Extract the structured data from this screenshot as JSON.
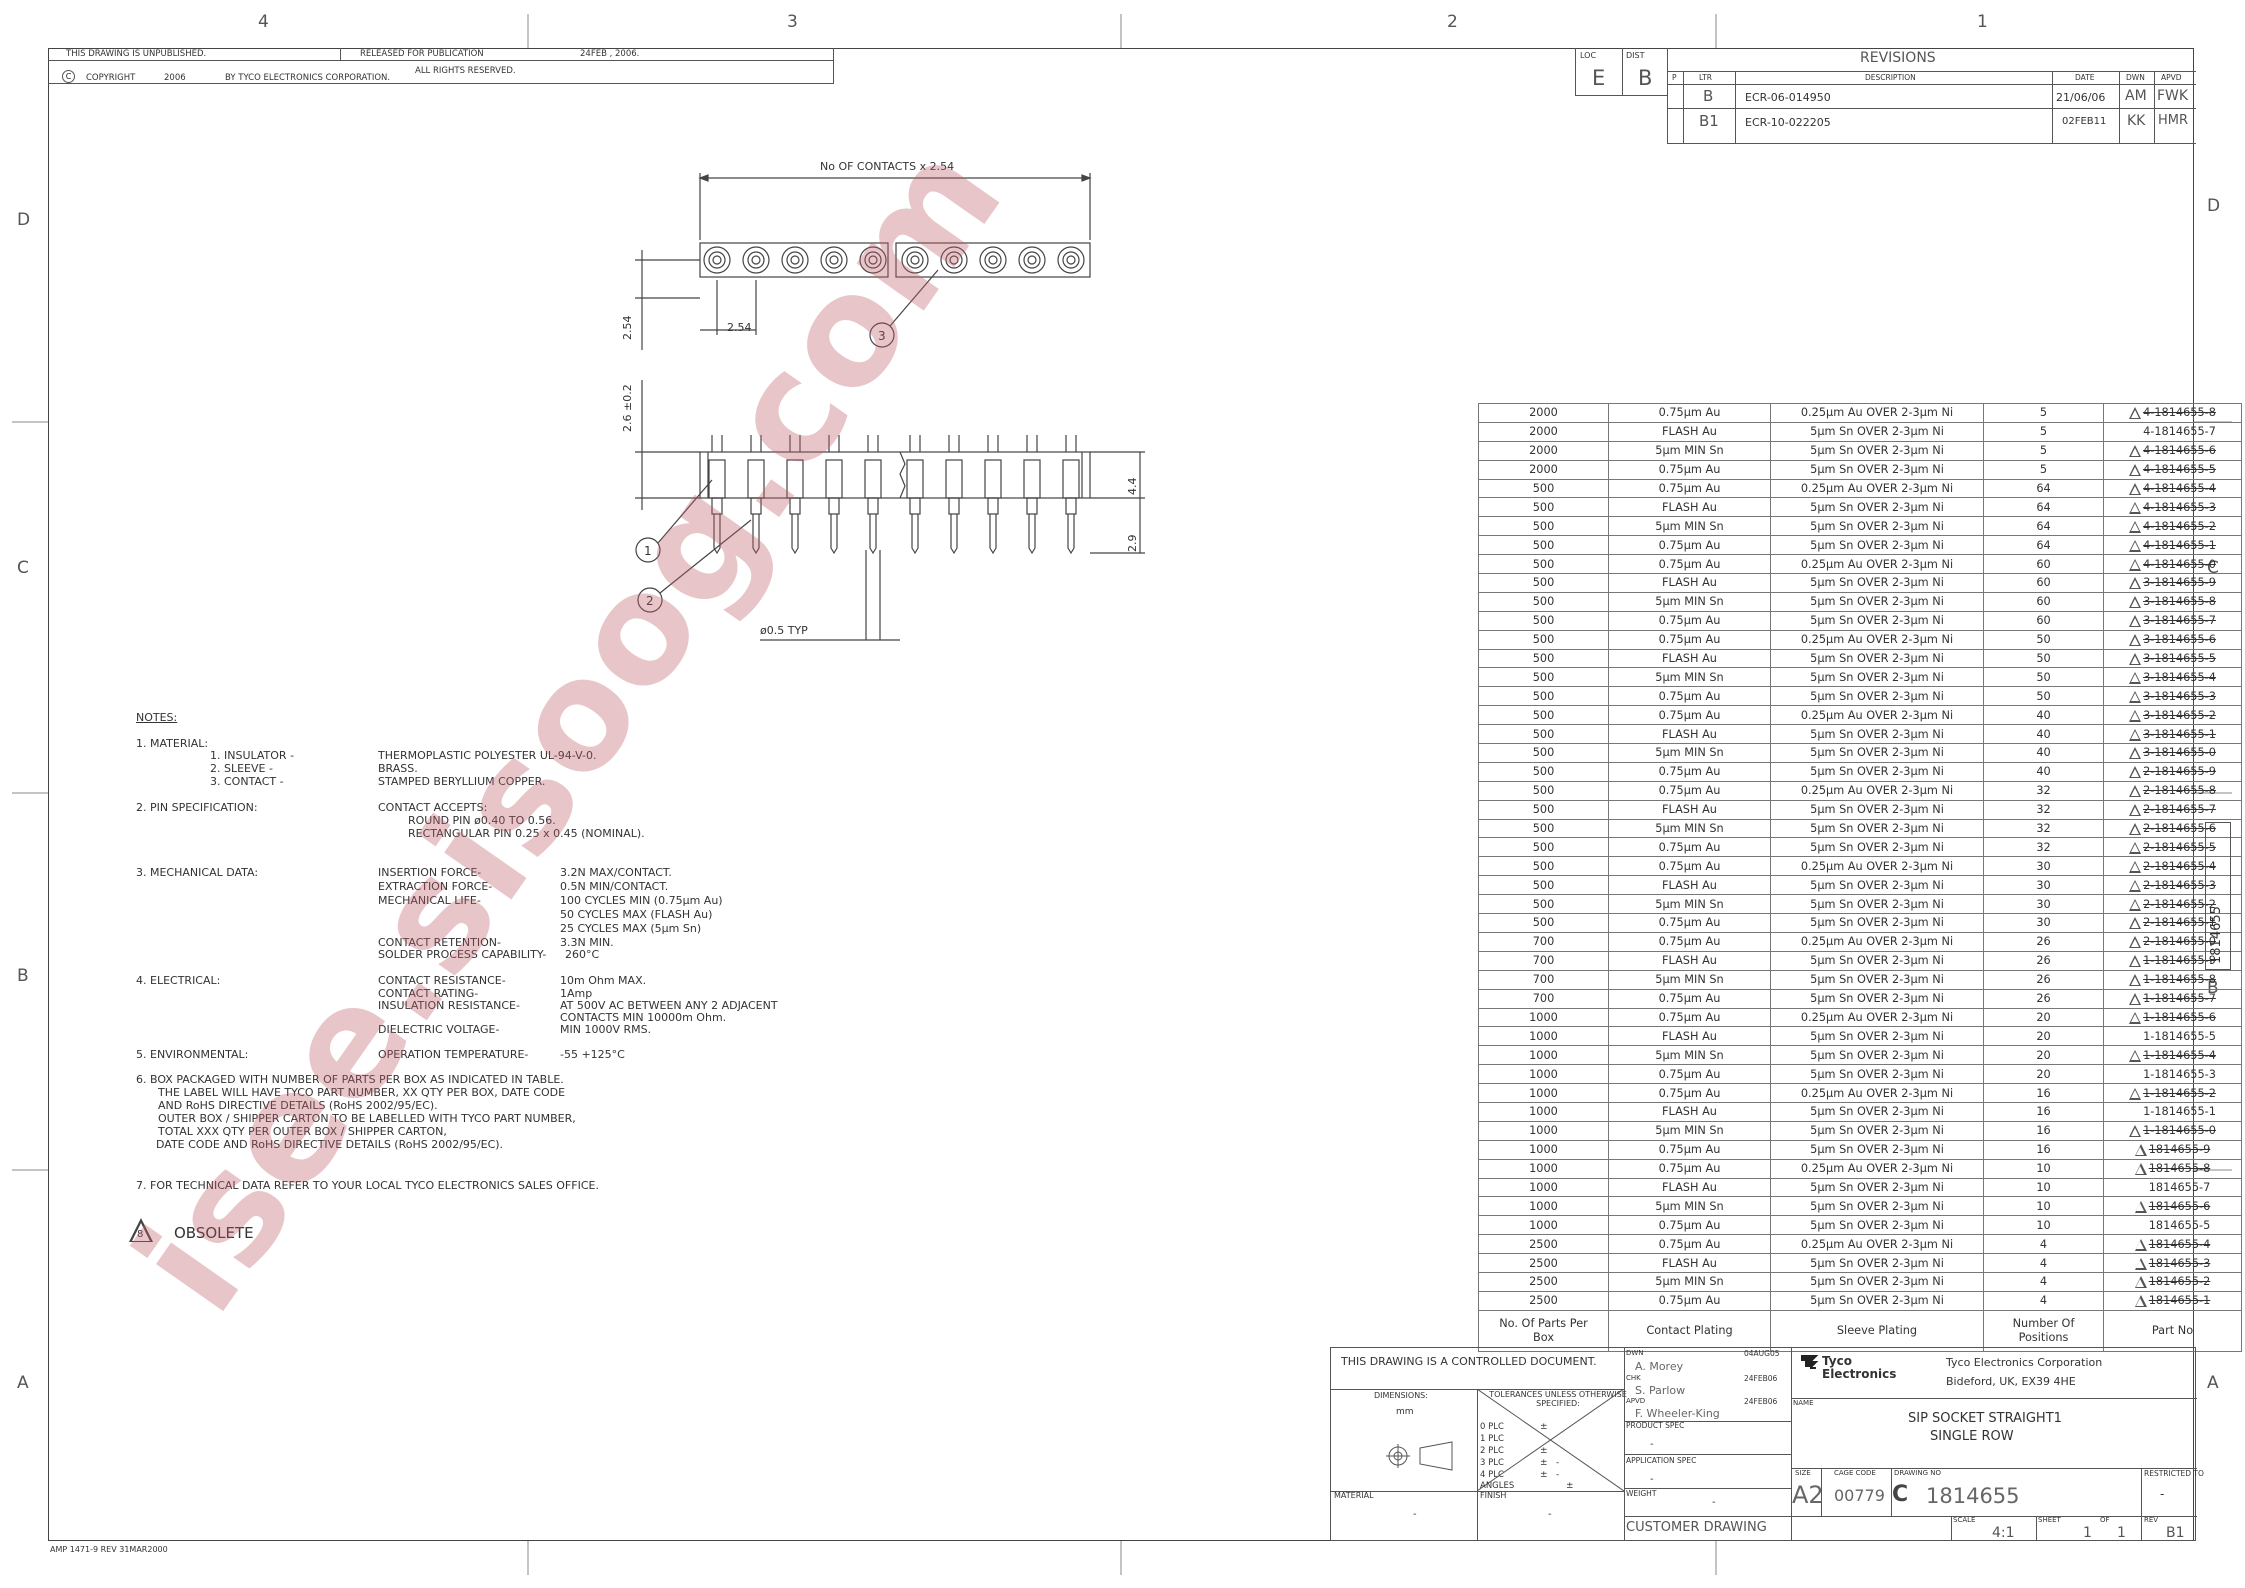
{
  "header": {
    "unpublished": "THIS DRAWING IS UNPUBLISHED.",
    "released": "RELEASED FOR PUBLICATION",
    "release_date": "24FEB , 2006.",
    "copyright_symbol": "C",
    "copyright": "COPYRIGHT",
    "copyright_year": "2006",
    "by": "BY TYCO ELECTRONICS CORPORATION.",
    "rights": "ALL RIGHTS RESERVED."
  },
  "zones": {
    "top": [
      "4",
      "3",
      "2",
      "1"
    ],
    "left": [
      "D",
      "C",
      "B",
      "A"
    ],
    "right": [
      "D",
      "C",
      "B",
      "A"
    ]
  },
  "revisions": {
    "loc_label": "LOC",
    "loc": "E",
    "dist_label": "DIST",
    "dist": "B",
    "title": "REVISIONS",
    "columns": [
      "P",
      "LTR",
      "DESCRIPTION",
      "DATE",
      "DWN",
      "APVD"
    ],
    "rows": [
      {
        "ltr": "B",
        "desc": "ECR-06-014950",
        "date": "21/06/06",
        "dwn": "AM",
        "apvd": "FWK"
      },
      {
        "ltr": "B1",
        "desc": "ECR-10-022205",
        "date": "02FEB11",
        "dwn": "KK",
        "apvd": "HMR"
      }
    ]
  },
  "drawing": {
    "dim_contacts": "No OF CONTACTS x 2.54",
    "pitch": "2.54",
    "pitch_v": "2.54",
    "height": "2.6 ±0.2",
    "h44": "4.4",
    "h29": "2.9",
    "pin_dia": "ø0.5 TYP",
    "balloon_1": "1",
    "balloon_2": "2",
    "balloon_3": "3"
  },
  "notes": {
    "title": "NOTES:",
    "n1": "1.  MATERIAL:",
    "n1a": "1.  INSULATOR  -",
    "n1a_v": "THERMOPLASTIC POLYESTER UL-94-V-0.",
    "n1b": "2.  SLEEVE  -",
    "n1b_v": "BRASS.",
    "n1c": "3.  CONTACT  -",
    "n1c_v": "STAMPED BERYLLIUM COPPER.",
    "n2": "2.  PIN SPECIFICATION:",
    "n2_v1": "CONTACT ACCEPTS:",
    "n2_v2": "ROUND PIN ø0.40 TO 0.56.",
    "n2_v3": "RECTANGULAR PIN 0.25 x 0.45 (NOMINAL).",
    "n3": "3.  MECHANICAL DATA:",
    "n3_l1": "INSERTION FORCE-",
    "n3_v1": "3.2N MAX/CONTACT.",
    "n3_l2": "EXTRACTION FORCE-",
    "n3_v2": "0.5N MIN/CONTACT.",
    "n3_l3": "MECHANICAL LIFE-",
    "n3_v3": "100 CYCLES MIN (0.75µm Au)",
    "n3_v4": "50 CYCLES MAX (FLASH Au)",
    "n3_v5": "25 CYCLES MAX (5µm Sn)",
    "n3_l6": "CONTACT RETENTION-",
    "n3_v6": "3.3N MIN.",
    "n3_l7": "SOLDER PROCESS CAPABILITY-",
    "n3_v7": "260°C",
    "n4": "4.  ELECTRICAL:",
    "n4_l1": "CONTACT RESISTANCE-",
    "n4_v1": "10m Ohm MAX.",
    "n4_l2": "CONTACT RATING-",
    "n4_v2": "1Amp",
    "n4_l3": "INSULATION RESISTANCE-",
    "n4_v3": "AT 500V AC BETWEEN ANY 2 ADJACENT",
    "n4_v4": "CONTACTS MIN 10000m Ohm.",
    "n4_l5": "DIELECTRIC VOLTAGE-",
    "n4_v5": "MIN 1000V RMS.",
    "n5": "5.  ENVIRONMENTAL:",
    "n5_l": "OPERATION TEMPERATURE-",
    "n5_v": "-55  +125°C",
    "n6_1": "6.  BOX PACKAGED WITH NUMBER OF PARTS PER BOX AS INDICATED IN TABLE.",
    "n6_2": "THE LABEL WILL HAVE TYCO PART NUMBER, XX QTY PER BOX, DATE CODE",
    "n6_3": "AND RoHS DIRECTIVE DETAILS (RoHS 2002/95/EC).",
    "n6_4": "OUTER BOX / SHIPPER CARTON TO BE LABELLED WITH TYCO PART NUMBER,",
    "n6_5": "TOTAL XXX QTY PER OUTER BOX / SHIPPER CARTON,",
    "n6_6": "DATE CODE AND RoHS DIRECTIVE DETAILS (RoHS 2002/95/EC).",
    "n7": "7.  FOR TECHNICAL DATA REFER TO YOUR LOCAL TYCO ELECTRONICS SALES OFFICE.",
    "obsolete_num": "8",
    "obsolete": "OBSOLETE"
  },
  "table": {
    "headers": [
      "No. Of Parts Per Box",
      "Contact Plating",
      "Sleeve Plating",
      "Number Of Positions",
      "Part No"
    ],
    "rows": [
      [
        "2000",
        "0.75µm Au",
        "0.25µm Au OVER 2-3µm Ni",
        "5",
        "4-1814655-8",
        true
      ],
      [
        "2000",
        "FLASH Au",
        "5µm Sn OVER 2-3µm Ni",
        "5",
        "4-1814655-7",
        false
      ],
      [
        "2000",
        "5µm MIN Sn",
        "5µm Sn OVER 2-3µm Ni",
        "5",
        "4-1814655-6",
        true
      ],
      [
        "2000",
        "0.75µm Au",
        "5µm Sn OVER 2-3µm Ni",
        "5",
        "4-1814655-5",
        true
      ],
      [
        "500",
        "0.75µm Au",
        "0.25µm Au OVER 2-3µm Ni",
        "64",
        "4-1814655-4",
        true
      ],
      [
        "500",
        "FLASH Au",
        "5µm Sn OVER 2-3µm Ni",
        "64",
        "4-1814655-3",
        true
      ],
      [
        "500",
        "5µm MIN Sn",
        "5µm Sn OVER 2-3µm Ni",
        "64",
        "4-1814655-2",
        true
      ],
      [
        "500",
        "0.75µm Au",
        "5µm Sn OVER 2-3µm Ni",
        "64",
        "4-1814655-1",
        true
      ],
      [
        "500",
        "0.75µm Au",
        "0.25µm Au OVER 2-3µm Ni",
        "60",
        "4-1814655-0",
        true
      ],
      [
        "500",
        "FLASH Au",
        "5µm Sn OVER 2-3µm Ni",
        "60",
        "3-1814655-9",
        true
      ],
      [
        "500",
        "5µm MIN Sn",
        "5µm Sn OVER 2-3µm Ni",
        "60",
        "3-1814655-8",
        true
      ],
      [
        "500",
        "0.75µm Au",
        "5µm Sn OVER 2-3µm Ni",
        "60",
        "3-1814655-7",
        true
      ],
      [
        "500",
        "0.75µm Au",
        "0.25µm Au OVER 2-3µm Ni",
        "50",
        "3-1814655-6",
        true
      ],
      [
        "500",
        "FLASH Au",
        "5µm Sn OVER 2-3µm Ni",
        "50",
        "3-1814655-5",
        true
      ],
      [
        "500",
        "5µm MIN Sn",
        "5µm Sn OVER 2-3µm Ni",
        "50",
        "3-1814655-4",
        true
      ],
      [
        "500",
        "0.75µm Au",
        "5µm Sn OVER 2-3µm Ni",
        "50",
        "3-1814655-3",
        true
      ],
      [
        "500",
        "0.75µm Au",
        "0.25µm Au OVER 2-3µm Ni",
        "40",
        "3-1814655-2",
        true
      ],
      [
        "500",
        "FLASH Au",
        "5µm Sn OVER 2-3µm Ni",
        "40",
        "3-1814655-1",
        true
      ],
      [
        "500",
        "5µm MIN Sn",
        "5µm Sn OVER 2-3µm Ni",
        "40",
        "3-1814655-0",
        true
      ],
      [
        "500",
        "0.75µm Au",
        "5µm Sn OVER 2-3µm Ni",
        "40",
        "2-1814655-9",
        true
      ],
      [
        "500",
        "0.75µm Au",
        "0.25µm Au OVER 2-3µm Ni",
        "32",
        "2-1814655-8",
        true
      ],
      [
        "500",
        "FLASH Au",
        "5µm Sn OVER 2-3µm Ni",
        "32",
        "2-1814655-7",
        true
      ],
      [
        "500",
        "5µm MIN Sn",
        "5µm Sn OVER 2-3µm Ni",
        "32",
        "2-1814655-6",
        true
      ],
      [
        "500",
        "0.75µm Au",
        "5µm Sn OVER 2-3µm Ni",
        "32",
        "2-1814655-5",
        true
      ],
      [
        "500",
        "0.75µm Au",
        "0.25µm Au OVER 2-3µm Ni",
        "30",
        "2-1814655-4",
        true
      ],
      [
        "500",
        "FLASH Au",
        "5µm Sn OVER 2-3µm Ni",
        "30",
        "2-1814655-3",
        true
      ],
      [
        "500",
        "5µm MIN Sn",
        "5µm Sn OVER 2-3µm Ni",
        "30",
        "2-1814655-2",
        true
      ],
      [
        "500",
        "0.75µm Au",
        "5µm Sn OVER 2-3µm Ni",
        "30",
        "2-1814655-1",
        true
      ],
      [
        "700",
        "0.75µm Au",
        "0.25µm Au OVER 2-3µm Ni",
        "26",
        "2-1814655-0",
        true
      ],
      [
        "700",
        "FLASH Au",
        "5µm Sn OVER 2-3µm Ni",
        "26",
        "1-1814655-9",
        true
      ],
      [
        "700",
        "5µm MIN Sn",
        "5µm Sn OVER 2-3µm Ni",
        "26",
        "1-1814655-8",
        true
      ],
      [
        "700",
        "0.75µm Au",
        "5µm Sn OVER 2-3µm Ni",
        "26",
        "1-1814655-7",
        true
      ],
      [
        "1000",
        "0.75µm Au",
        "0.25µm Au OVER 2-3µm Ni",
        "20",
        "1-1814655-6",
        true
      ],
      [
        "1000",
        "FLASH Au",
        "5µm Sn OVER 2-3µm Ni",
        "20",
        "1-1814655-5",
        false
      ],
      [
        "1000",
        "5µm MIN Sn",
        "5µm Sn OVER 2-3µm Ni",
        "20",
        "1-1814655-4",
        true
      ],
      [
        "1000",
        "0.75µm Au",
        "5µm Sn OVER 2-3µm Ni",
        "20",
        "1-1814655-3",
        false
      ],
      [
        "1000",
        "0.75µm Au",
        "0.25µm Au OVER 2-3µm Ni",
        "16",
        "1-1814655-2",
        true
      ],
      [
        "1000",
        "FLASH Au",
        "5µm Sn OVER 2-3µm Ni",
        "16",
        "1-1814655-1",
        false
      ],
      [
        "1000",
        "5µm MIN Sn",
        "5µm Sn OVER 2-3µm Ni",
        "16",
        "1-1814655-0",
        true
      ],
      [
        "1000",
        "0.75µm Au",
        "5µm Sn OVER 2-3µm Ni",
        "16",
        "1814655-9",
        true
      ],
      [
        "1000",
        "0.75µm Au",
        "0.25µm Au OVER 2-3µm Ni",
        "10",
        "1814655-8",
        true
      ],
      [
        "1000",
        "FLASH Au",
        "5µm Sn OVER 2-3µm Ni",
        "10",
        "1814655-7",
        false
      ],
      [
        "1000",
        "5µm MIN Sn",
        "5µm Sn OVER 2-3µm Ni",
        "10",
        "1814655-6",
        true
      ],
      [
        "1000",
        "0.75µm Au",
        "5µm Sn OVER 2-3µm Ni",
        "10",
        "1814655-5",
        false
      ],
      [
        "2500",
        "0.75µm Au",
        "0.25µm Au OVER 2-3µm Ni",
        "4",
        "1814655-4",
        true
      ],
      [
        "2500",
        "FLASH Au",
        "5µm Sn OVER 2-3µm Ni",
        "4",
        "1814655-3",
        true
      ],
      [
        "2500",
        "5µm MIN Sn",
        "5µm Sn OVER 2-3µm Ni",
        "4",
        "1814655-2",
        true
      ],
      [
        "2500",
        "0.75µm Au",
        "5µm Sn OVER 2-3µm Ni",
        "4",
        "1814655-1",
        true
      ]
    ]
  },
  "side_tab": "1814655",
  "titleblock": {
    "controlled": "THIS DRAWING IS A CONTROLLED DOCUMENT.",
    "dwn_label": "DWN",
    "dwn": "A. Morey",
    "dwn_date": "04AUG05",
    "chk_label": "CHK",
    "chk": "S. Parlow",
    "chk_date": "24FEB06",
    "apvd_label": "APVD",
    "apvd": "F. Wheeler-King",
    "apvd_date": "24FEB06",
    "company_logo": "Tyco Electronics",
    "company": "Tyco Electronics Corporation",
    "address": "Bideford, UK, EX39 4HE",
    "dimensions_label": "DIMENSIONS:",
    "dimensions": "mm",
    "tolerances_label": "TOLERANCES UNLESS OTHERWISE SPECIFIED:",
    "tol_rows": [
      "0 PLC",
      "1 PLC",
      "2 PLC",
      "3 PLC",
      "4 PLC",
      "ANGLES"
    ],
    "tol_pm": "±",
    "tol_dash": "-",
    "product_spec_label": "PRODUCT SPEC",
    "product_spec": "-",
    "application_spec_label": "APPLICATION SPEC",
    "application_spec": "-",
    "weight_label": "WEIGHT",
    "weight": "-",
    "name_label": "NAME",
    "name1": "SIP SOCKET STRAIGHT1",
    "name2": "SINGLE ROW",
    "size_label": "SIZE",
    "size": "A2",
    "cage_label": "CAGE CODE",
    "cage": "00779",
    "drawing_no_label": "DRAWING NO",
    "drawing_letter": "C",
    "drawing_no": "1814655",
    "restricted_label": "RESTRICTED TO",
    "restricted": "-",
    "material_label": "MATERIAL",
    "material": "-",
    "finish_label": "FINISH",
    "finish": "-",
    "customer": "CUSTOMER DRAWING",
    "scale_label": "SCALE",
    "scale": "4:1",
    "sheet_label": "SHEET",
    "sheet": "1",
    "of_label": "OF",
    "of": "1",
    "rev_label": "REV",
    "rev": "B1"
  },
  "footer": "AMP 1471-9 REV 31MAR2000",
  "watermark": "isee.sisoog.com",
  "colors": {
    "line": "#444444",
    "note_accent": "#c0392b",
    "watermark": "#be5a64"
  }
}
